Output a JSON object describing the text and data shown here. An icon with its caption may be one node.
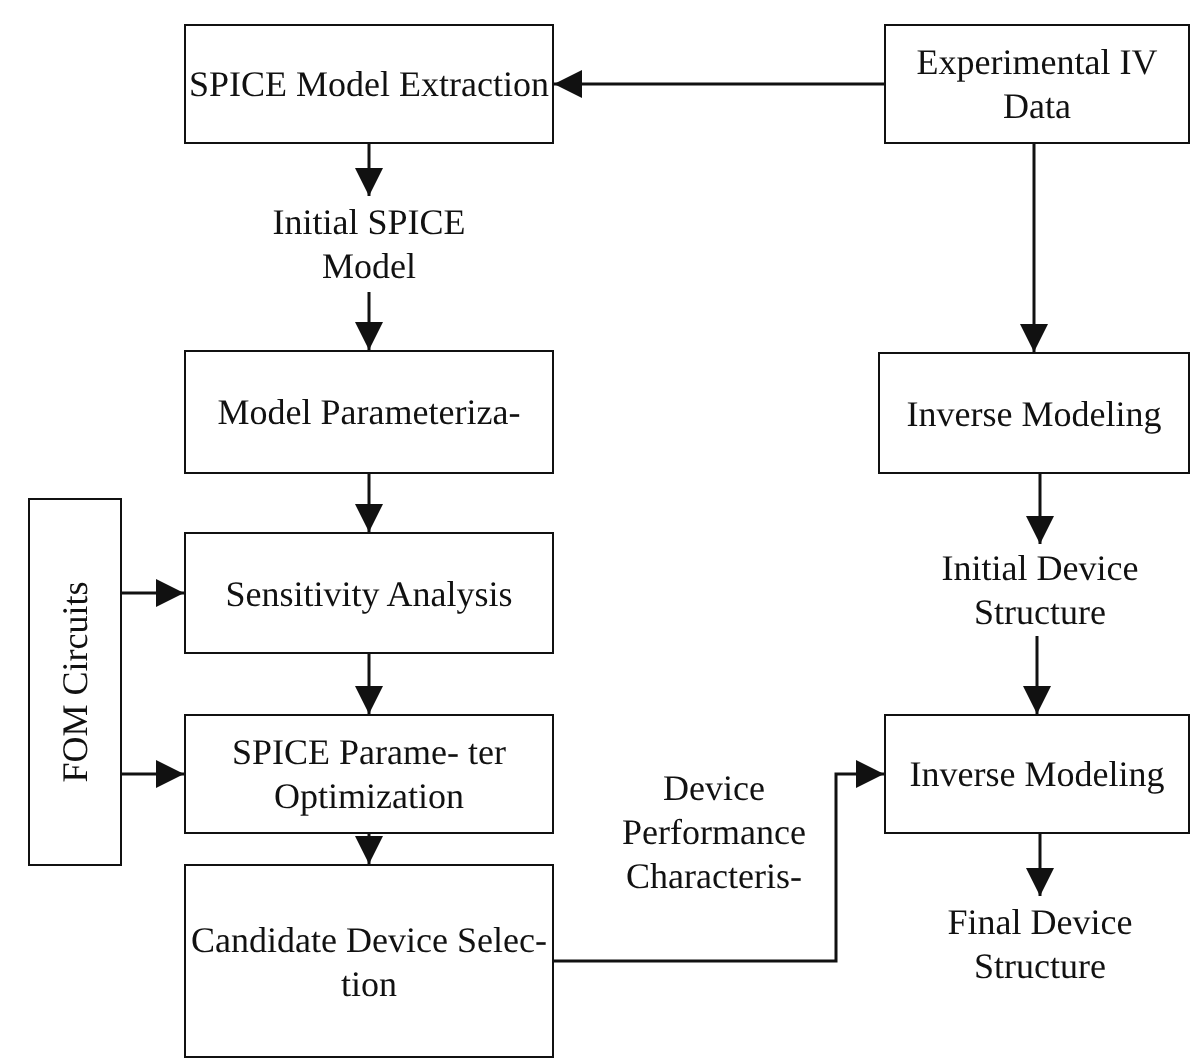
{
  "diagram": {
    "nodes": [
      {
        "text": [
          "SPICE Model Extraction"
        ]
      },
      {
        "text": [
          "Experimental IV Data"
        ]
      },
      {
        "text": [
          "Initial SPICE Model"
        ]
      },
      {
        "text": [
          "Model Parameteriza-"
        ]
      },
      {
        "text": [
          "FOM Circuits"
        ]
      },
      {
        "text": [
          "Sensitivity Analysis"
        ]
      },
      {
        "text": [
          "SPICE Parame- ter Optimization"
        ]
      },
      {
        "text": [
          "Candidate Device Selec- tion"
        ]
      },
      {
        "text": [
          "Inverse Modeling"
        ]
      },
      {
        "text": [
          "Initial Device Structure"
        ]
      },
      {
        "text": [
          "Inverse Modeling"
        ]
      },
      {
        "text": [
          "Final Device Structure"
        ]
      }
    ],
    "edges": [
      {
        "from": 1,
        "to": 0,
        "arrow": "to"
      },
      {
        "from": 0,
        "to": 2,
        "arrow": "to"
      },
      {
        "from": 2,
        "to": 3,
        "arrow": "to"
      },
      {
        "from": 3,
        "to": 5,
        "arrow": "to"
      },
      {
        "from": 4,
        "to": 5,
        "arrow": "to"
      },
      {
        "from": 4,
        "to": 6,
        "arrow": "to"
      },
      {
        "from": 5,
        "to": 6,
        "arrow": "to"
      },
      {
        "from": 6,
        "to": 7,
        "arrow": "to"
      },
      {
        "from": 1,
        "to": 8,
        "arrow": "to"
      },
      {
        "from": 8,
        "to": 9,
        "arrow": "to"
      },
      {
        "from": 9,
        "to": 10,
        "arrow": "to"
      },
      {
        "from": 7,
        "to": 10,
        "arrow": "to",
        "label": "Device Performance Characteris-"
      },
      {
        "from": 10,
        "to": 11,
        "arrow": "to"
      }
    ]
  }
}
